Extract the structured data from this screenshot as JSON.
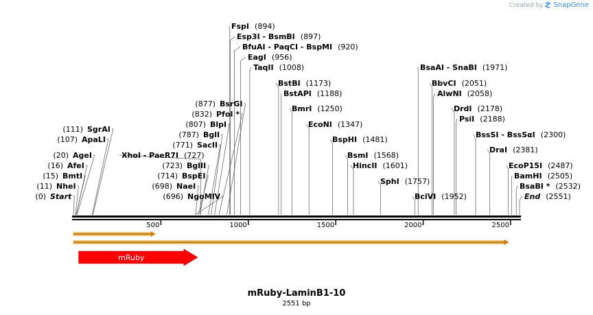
{
  "credit": {
    "prefix": "Created by",
    "brand": "SnapGene"
  },
  "title": "mRuby-LaminB1-10",
  "length_label": "2551 bp",
  "sequence_length": 2551,
  "ticks": [
    {
      "value": 500,
      "label": "500"
    },
    {
      "value": 1000,
      "label": "1000"
    },
    {
      "value": 1500,
      "label": "1500"
    },
    {
      "value": 2000,
      "label": "2000"
    },
    {
      "value": 2500,
      "label": "2500"
    }
  ],
  "sites_left": [
    {
      "name": "SgrAI",
      "pos": "(111)",
      "at": 111
    },
    {
      "name": "ApaLI",
      "pos": "(107)",
      "at": 107
    },
    {
      "name": "AgeI",
      "pos": "(20)",
      "at": 20
    },
    {
      "name": "AfeI",
      "pos": "(16)",
      "at": 16
    },
    {
      "name": "BmtI",
      "pos": "(15)",
      "at": 15
    },
    {
      "name": "NheI",
      "pos": "(11)",
      "at": 11
    },
    {
      "name": "Start",
      "pos": "(0)",
      "at": 0
    },
    {
      "name": "BsrGI",
      "pos": "(877)",
      "at": 877
    },
    {
      "name": "PfoI *",
      "pos": "(832)",
      "at": 832
    },
    {
      "name": "BlpI",
      "pos": "(807)",
      "at": 807
    },
    {
      "name": "BglI",
      "pos": "(787)",
      "at": 787
    },
    {
      "name": "SacII",
      "pos": "(771)",
      "at": 771
    },
    {
      "name": "BglII",
      "pos": "(723)",
      "at": 723
    },
    {
      "name": "BspEI",
      "pos": "(714)",
      "at": 714
    },
    {
      "name": "NaeI",
      "pos": "(698)",
      "at": 698
    },
    {
      "name": "NgoMIV",
      "pos": "(696)",
      "at": 696
    }
  ],
  "sites_right": [
    {
      "name": "XhoI - PaeR7I",
      "pos": "(727)",
      "at": 727
    },
    {
      "name": "FspI",
      "pos": "(894)",
      "at": 894
    },
    {
      "name": "Esp3I - BsmBI",
      "pos": "(897)",
      "at": 897
    },
    {
      "name": "BfuAI - PaqCI - BspMI",
      "pos": "(920)",
      "at": 920
    },
    {
      "name": "EagI",
      "pos": "(956)",
      "at": 956
    },
    {
      "name": "TaqII",
      "pos": "(1008)",
      "at": 1008
    },
    {
      "name": "BstBI",
      "pos": "(1173)",
      "at": 1173
    },
    {
      "name": "BstAPI",
      "pos": "(1188)",
      "at": 1188
    },
    {
      "name": "BmrI",
      "pos": "(1250)",
      "at": 1250
    },
    {
      "name": "EcoNI",
      "pos": "(1347)",
      "at": 1347
    },
    {
      "name": "BspHI",
      "pos": "(1481)",
      "at": 1481
    },
    {
      "name": "BsmI",
      "pos": "(1568)",
      "at": 1568
    },
    {
      "name": "HincII",
      "pos": "(1601)",
      "at": 1601
    },
    {
      "name": "SphI",
      "pos": "(1757)",
      "at": 1757
    },
    {
      "name": "BciVI",
      "pos": "(1952)",
      "at": 1952
    },
    {
      "name": "BsaAI - SnaBI",
      "pos": "(1971)",
      "at": 1971
    },
    {
      "name": "BbvCI",
      "pos": "(2051)",
      "at": 2051
    },
    {
      "name": "AlwNI",
      "pos": "(2058)",
      "at": 2058
    },
    {
      "name": "DrdI",
      "pos": "(2178)",
      "at": 2178
    },
    {
      "name": "PsiI",
      "pos": "(2188)",
      "at": 2188
    },
    {
      "name": "BssSI - BssSαI",
      "pos": "(2300)",
      "at": 2300
    },
    {
      "name": "DraI",
      "pos": "(2381)",
      "at": 2381
    },
    {
      "name": "EcoP15I",
      "pos": "(2487)",
      "at": 2487
    },
    {
      "name": "BamHI",
      "pos": "(2505)",
      "at": 2505
    },
    {
      "name": "BsaBI *",
      "pos": "(2532)",
      "at": 2532
    },
    {
      "name": "End",
      "pos": "(2551)",
      "at": 2551
    }
  ],
  "features": [
    {
      "name": "",
      "start": 0,
      "end": 470,
      "type": "orange-arrow"
    },
    {
      "name": "",
      "start": 0,
      "end": 2490,
      "type": "orange-arrow"
    },
    {
      "name": "mRuby",
      "start": 30,
      "end": 710,
      "type": "red-arrow",
      "color": "#ff0000"
    }
  ],
  "colors": {
    "feature_red": "#ff0000",
    "orange_outline": "#f0a830",
    "backbone": "#000000"
  }
}
